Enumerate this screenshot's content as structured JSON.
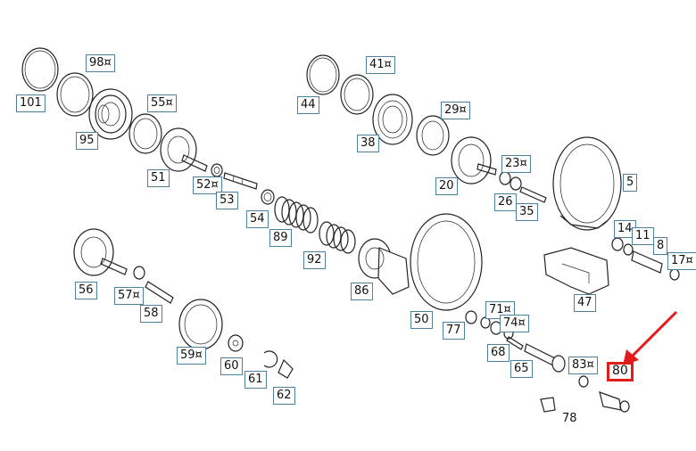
{
  "diagram": {
    "callouts": [
      {
        "id": "101",
        "text": "101"
      },
      {
        "id": "98",
        "text": "98¤"
      },
      {
        "id": "95",
        "text": "95"
      },
      {
        "id": "55",
        "text": "55¤"
      },
      {
        "id": "51",
        "text": "51"
      },
      {
        "id": "52",
        "text": "52¤"
      },
      {
        "id": "53",
        "text": "53"
      },
      {
        "id": "54",
        "text": "54"
      },
      {
        "id": "89",
        "text": "89"
      },
      {
        "id": "92",
        "text": "92"
      },
      {
        "id": "86",
        "text": "86"
      },
      {
        "id": "56",
        "text": "56"
      },
      {
        "id": "57",
        "text": "57¤"
      },
      {
        "id": "58",
        "text": "58"
      },
      {
        "id": "59",
        "text": "59¤"
      },
      {
        "id": "60",
        "text": "60"
      },
      {
        "id": "61",
        "text": "61"
      },
      {
        "id": "62",
        "text": "62"
      },
      {
        "id": "44",
        "text": "44"
      },
      {
        "id": "41",
        "text": "41¤"
      },
      {
        "id": "38",
        "text": "38"
      },
      {
        "id": "29",
        "text": "29¤"
      },
      {
        "id": "20",
        "text": "20"
      },
      {
        "id": "23",
        "text": "23¤"
      },
      {
        "id": "26",
        "text": "26"
      },
      {
        "id": "35",
        "text": "35"
      },
      {
        "id": "5",
        "text": "5"
      },
      {
        "id": "14",
        "text": "14"
      },
      {
        "id": "11",
        "text": "11"
      },
      {
        "id": "8",
        "text": "8"
      },
      {
        "id": "17",
        "text": "17¤"
      },
      {
        "id": "47",
        "text": "47"
      },
      {
        "id": "50",
        "text": "50"
      },
      {
        "id": "77",
        "text": "77"
      },
      {
        "id": "71",
        "text": "71¤"
      },
      {
        "id": "74",
        "text": "74¤"
      },
      {
        "id": "68",
        "text": "68"
      },
      {
        "id": "65",
        "text": "65"
      },
      {
        "id": "83",
        "text": "83¤"
      },
      {
        "id": "80",
        "text": "80"
      },
      {
        "id": "78",
        "text": "78"
      }
    ],
    "highlight": {
      "callout": "80",
      "color": "#e31b1b"
    },
    "callout_border_color": "#4d7f9e"
  }
}
